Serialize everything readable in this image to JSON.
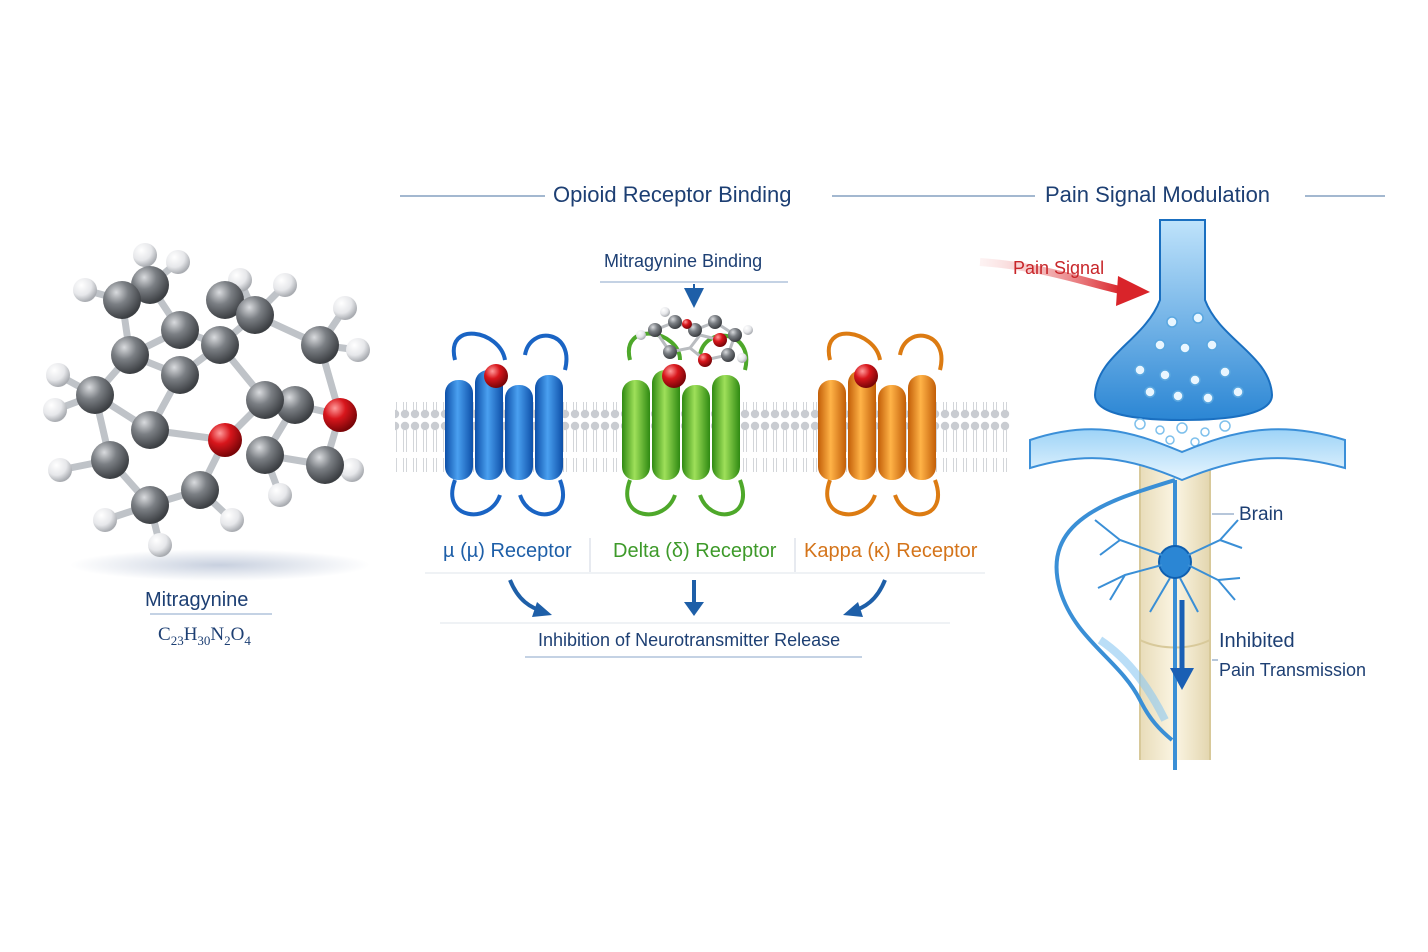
{
  "molecule": {
    "name": "Mitragynine",
    "formula": {
      "c": "C",
      "c_n": "23",
      "h": "H",
      "h_n": "30",
      "n": "N",
      "n_n": "2",
      "o": "O",
      "o_n": "4"
    }
  },
  "binding_section": {
    "title": "Opioid Receptor Binding",
    "binding_label": "Mitragynine Binding",
    "receptors": [
      {
        "label": "µ (µ) Receptor",
        "color": "#1e6fd0"
      },
      {
        "label": "Delta (δ) Receptor",
        "color": "#5cb82e"
      },
      {
        "label": "Kappa (κ) Receptor",
        "color": "#e8891f"
      }
    ],
    "result": "Inhibition of Neurotransmitter Release"
  },
  "pain_section": {
    "title": "Pain Signal Modulation",
    "signal_label": "Pain Signal",
    "brain_label": "Brain",
    "inhibited_label": "Inhibited",
    "transmission_label": "Pain Transmission"
  },
  "colors": {
    "text_dark": "#1d3f73",
    "pain_red": "#c8262a",
    "atom_carbon": "#6f7378",
    "atom_oxygen": "#d4161c",
    "atom_hydrogen": "#f2f2f2",
    "neuron_blue": "#3a8fd6"
  }
}
